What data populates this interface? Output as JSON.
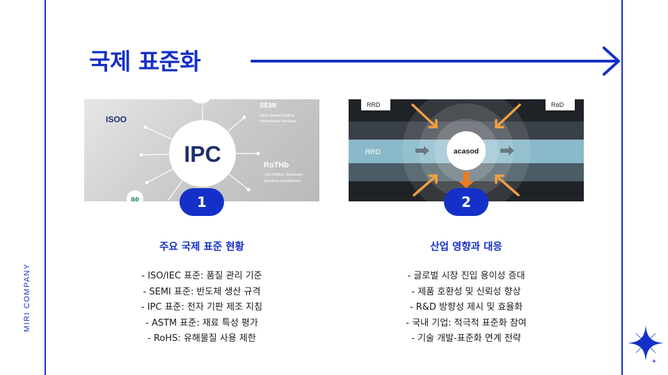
{
  "slide": {
    "title": "국제 표준화",
    "brand": "MIRI COMPANY"
  },
  "cards": [
    {
      "badge": "1",
      "heading": "주요 국제 표준 현황",
      "items": [
        "- ISO/IEC 표준: 품질 관리 기준",
        "- SEMI 표준: 반도체 생산 규격",
        "- IPC 표준: 전자 기판 제조 지침",
        "- ASTM 표준: 재료 특성 평가",
        "- RoHS: 유해물질 사용 제한"
      ],
      "image": {
        "center": "IPC",
        "logo_iso": "ISOO",
        "logo_semi": "SEMI",
        "semi_caption_1": "SEM Sortisul Cafical",
        "semi_caption_2": "Intemational landarge",
        "logo_rohs": "RoTHb",
        "rohs_caption_1": "LSH Stiittion Standatce",
        "rohs_caption_2": "gleasting nandwarces",
        "logo_ae": "ae"
      }
    },
    {
      "badge": "2",
      "heading": "산업 영향과 대응",
      "items": [
        "- 글로벌 시장 진입 용이성 증대",
        "- 제품 호환성 및 신뢰성 향상",
        "- R&D 방향성 제시 및 효율화",
        "- 국내 기업: 적극적 표준화 참여",
        "- 기술 개발-표준화 연계 전략"
      ],
      "image": {
        "center": "acasod",
        "tag_top_left": "RRD",
        "tag_top_right": "RαD",
        "band_label": "RRD"
      }
    }
  ],
  "colors": {
    "accent": "#1530c8",
    "orange": "#f0a040",
    "band": "#8ab9c9"
  }
}
